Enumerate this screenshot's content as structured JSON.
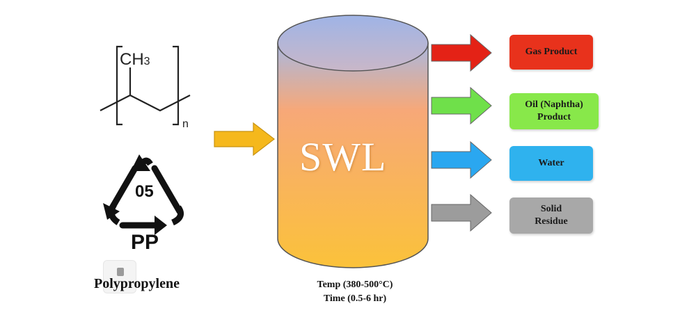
{
  "structure": {
    "group_label": "CH",
    "group_subscript": "3",
    "repeat_subscript": "n"
  },
  "recycle": {
    "code": "05",
    "abbr": "PP"
  },
  "feedstock": {
    "name": "Polypropylene"
  },
  "reactor": {
    "label": "SWL",
    "temp": "Temp (380-500°C)",
    "time": "Time (0.5-6 hr)"
  },
  "products": [
    {
      "label": "Gas Product",
      "color": "#e8321c",
      "arrow_color": "#e42216"
    },
    {
      "label": "Oil (Naphtha)\nProduct",
      "color": "#88e84a",
      "arrow_color": "#6fe04a"
    },
    {
      "label": "Water",
      "color": "#2fb2ee",
      "arrow_color": "#2aa7f0"
    },
    {
      "label": "Solid\nResidue",
      "color": "#a8a8a8",
      "arrow_color": "#9c9c9c"
    }
  ],
  "colors": {
    "input_arrow": "#f5b81c",
    "reactor_top": "#a9b8e0",
    "reactor_mid": "#f7a878",
    "reactor_bottom": "#fbc23a"
  }
}
